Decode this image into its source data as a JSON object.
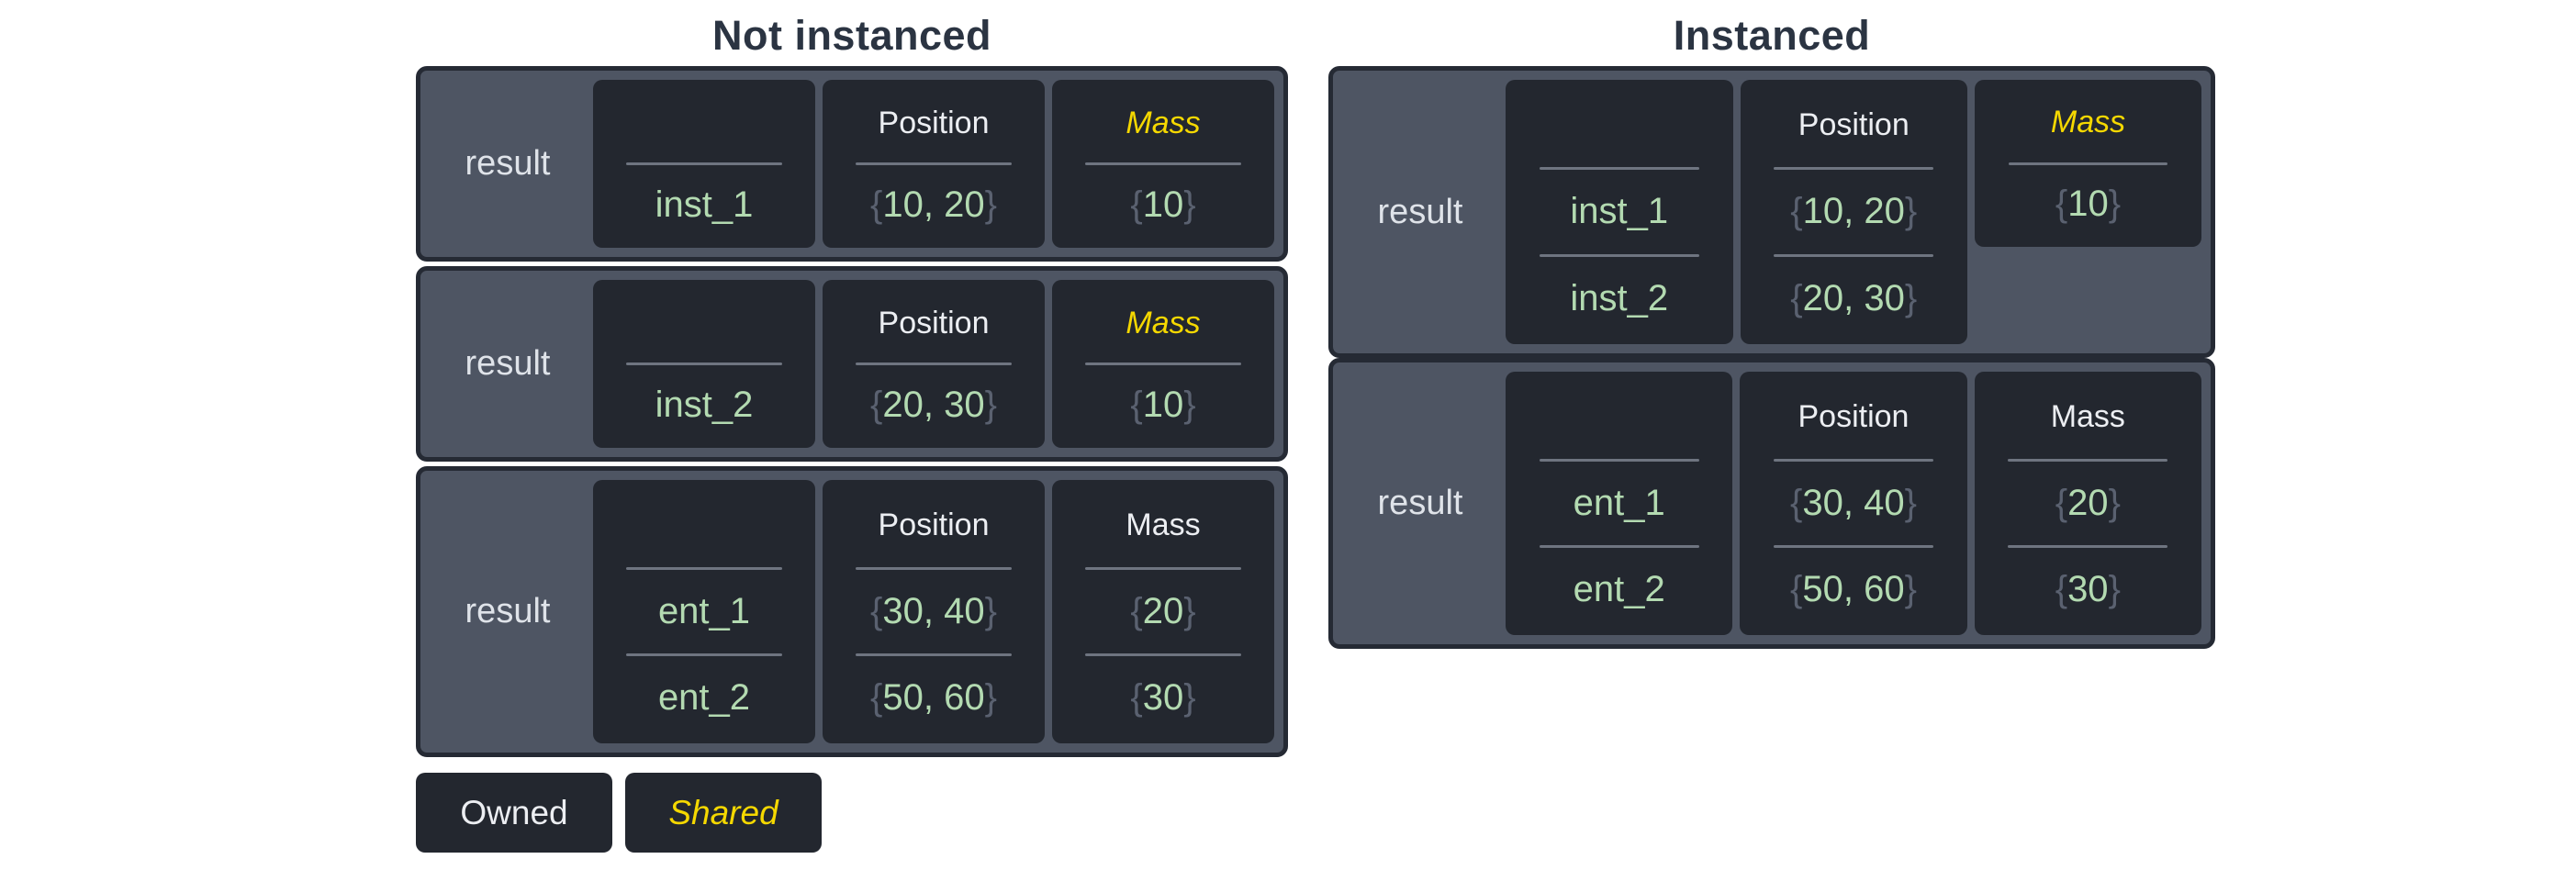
{
  "punct": {
    "open_brace": "{",
    "close_brace": "}"
  },
  "colors": {
    "background": "#ffffff",
    "title_text": "#2b3442",
    "outer_box_fill": "#4e5563",
    "outer_box_border": "#252a34",
    "cell_fill": "#23272f",
    "divider": "#6e7480",
    "owned_text": "#eceef2",
    "shared_text": "#f5d800",
    "value_green": "#b3dab1",
    "brace_gray": "#5a6170",
    "result_text": "#dfe3e9"
  },
  "columns": {
    "left": {
      "title": "Not instanced",
      "boxes": [
        {
          "label": "result",
          "entities": [
            "inst_1"
          ],
          "components": [
            {
              "name": "Position",
              "style": "owned",
              "values": [
                "10, 20"
              ]
            },
            {
              "name": "Mass",
              "style": "shared",
              "values": [
                "10"
              ]
            }
          ]
        },
        {
          "label": "result",
          "entities": [
            "inst_2"
          ],
          "components": [
            {
              "name": "Position",
              "style": "owned",
              "values": [
                "20, 30"
              ]
            },
            {
              "name": "Mass",
              "style": "shared",
              "values": [
                "10"
              ]
            }
          ]
        },
        {
          "label": "result",
          "entities": [
            "ent_1",
            "ent_2"
          ],
          "components": [
            {
              "name": "Position",
              "style": "owned",
              "values": [
                "30, 40",
                "50, 60"
              ]
            },
            {
              "name": "Mass",
              "style": "owned",
              "values": [
                "20",
                "30"
              ]
            }
          ]
        }
      ]
    },
    "right": {
      "title": "Instanced",
      "boxes": [
        {
          "label": "result",
          "entities": [
            "inst_1",
            "inst_2"
          ],
          "components": [
            {
              "name": "Position",
              "style": "owned",
              "values": [
                "10, 20",
                "20, 30"
              ]
            },
            {
              "name": "Mass",
              "style": "shared",
              "values": [
                "10"
              ]
            }
          ]
        },
        {
          "label": "result",
          "entities": [
            "ent_1",
            "ent_2"
          ],
          "components": [
            {
              "name": "Position",
              "style": "owned",
              "values": [
                "30, 40",
                "50, 60"
              ]
            },
            {
              "name": "Mass",
              "style": "owned",
              "values": [
                "20",
                "30"
              ]
            }
          ]
        }
      ]
    }
  },
  "legend": [
    {
      "label": "Owned",
      "style": "owned"
    },
    {
      "label": "Shared",
      "style": "shared"
    }
  ]
}
